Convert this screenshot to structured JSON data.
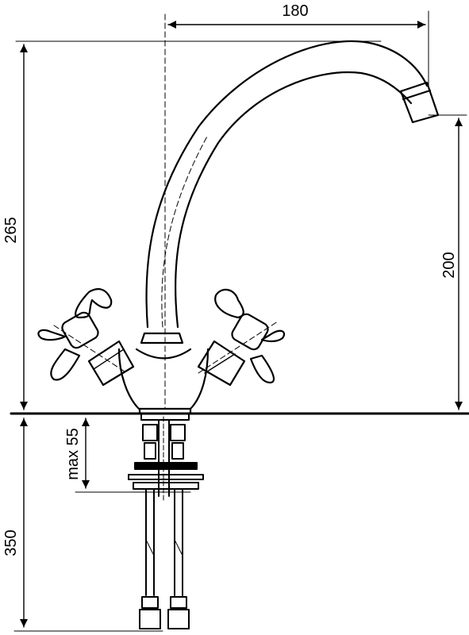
{
  "dimensions": {
    "spout_reach": "180",
    "total_height": "265",
    "spout_height": "200",
    "max_mount_thickness": "max 55",
    "hose_length": "350"
  },
  "colors": {
    "line": "#000000",
    "background": "#ffffff"
  }
}
